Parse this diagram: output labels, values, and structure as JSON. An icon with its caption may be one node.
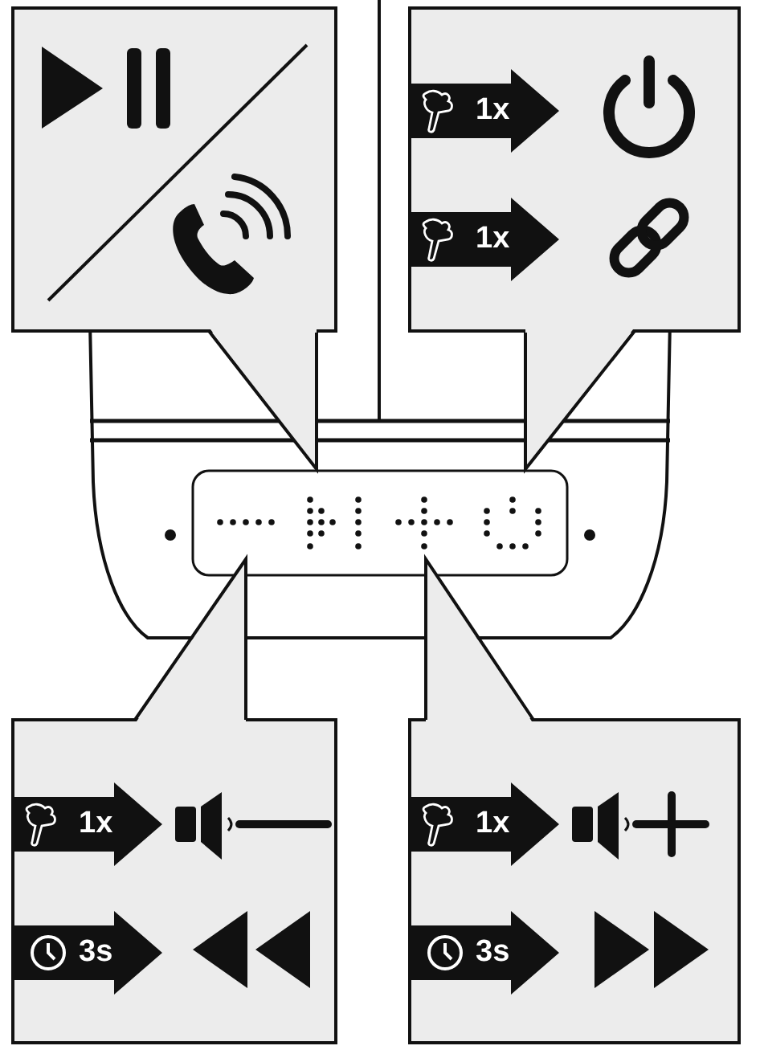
{
  "diagram": {
    "nodes": [
      {
        "text": [],
        "shape": "box"
      },
      {
        "text": [],
        "shape": "box"
      },
      {
        "text": [
          "1x"
        ],
        "in": 1
      },
      {
        "text": [
          "1x"
        ],
        "in": 1
      },
      {
        "text": [],
        "shape": "box"
      },
      {
        "text": [
          "1x"
        ],
        "in": 4
      },
      {
        "text": [
          "3s"
        ],
        "in": 4
      },
      {
        "text": [],
        "shape": "box"
      },
      {
        "text": [
          "1x"
        ],
        "in": 7
      },
      {
        "text": [
          "3s"
        ],
        "in": 7
      }
    ]
  }
}
